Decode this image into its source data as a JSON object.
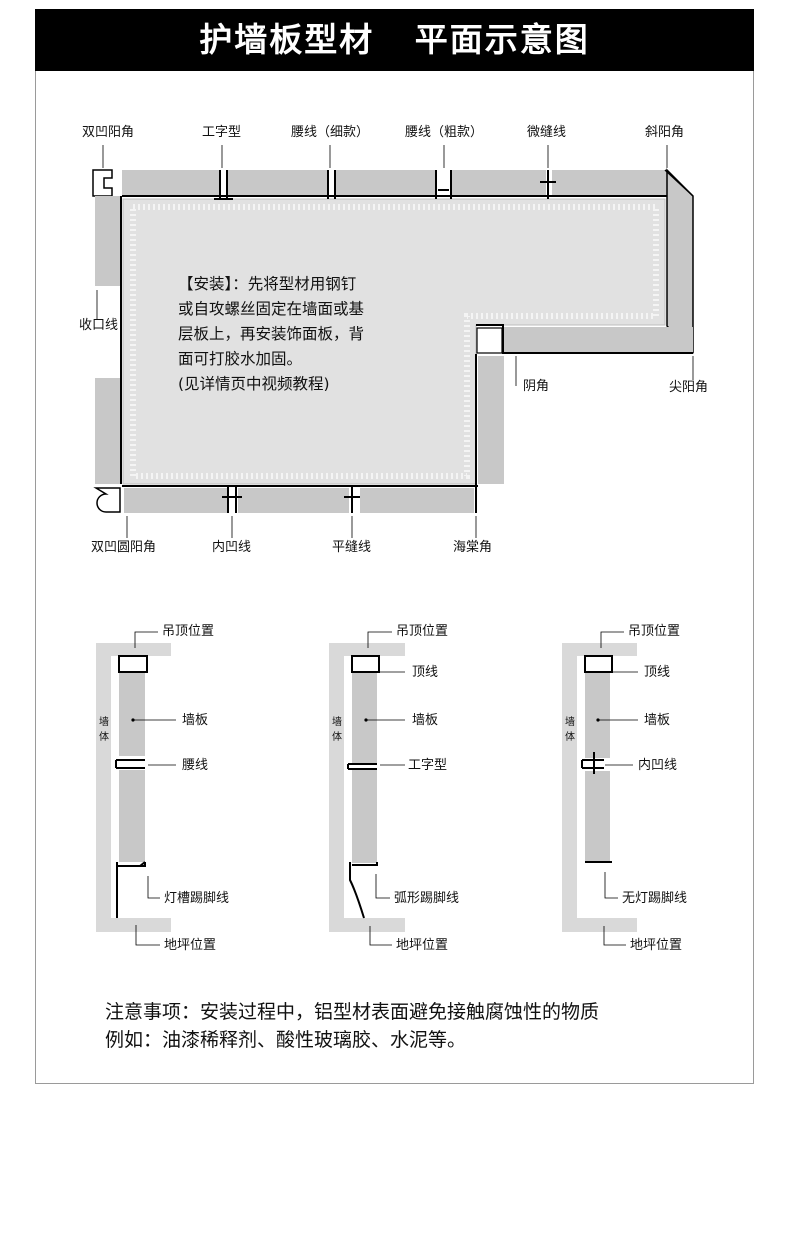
{
  "header": {
    "title": "护墙板型材   平面示意图"
  },
  "plan": {
    "top_labels": [
      "双凹阳角",
      "工字型",
      "腰线（细款）",
      "腰线（粗款）",
      "微缝线",
      "斜阳角"
    ],
    "left_label": "收口线",
    "right_labels": [
      "阴角",
      "尖阳角"
    ],
    "bottom_labels": [
      "双凹圆阳角",
      "内凹线",
      "平缝线",
      "海棠角"
    ],
    "install_note": [
      "【安装】：先将型材用钢钉",
      "或自攻螺丝固定在墙面或基",
      "层板上，再安装饰面板，背",
      "面可打胶水加固。",
      "(见详情页中视频教程)"
    ]
  },
  "sections": [
    {
      "wall": [
        "墙",
        "体"
      ],
      "labels": [
        "吊顶位置",
        "墙板",
        "腰线",
        "灯槽踢脚线",
        "地坪位置"
      ]
    },
    {
      "wall": [
        "墙",
        "体"
      ],
      "labels": [
        "吊顶位置",
        "顶线",
        "墙板",
        "工字型",
        "弧形踢脚线",
        "地坪位置"
      ]
    },
    {
      "wall": [
        "墙",
        "体"
      ],
      "labels": [
        "吊顶位置",
        "顶线",
        "墙板",
        "内凹线",
        "无灯踢脚线",
        "地坪位置"
      ]
    }
  ],
  "notice": [
    "注意事项：安装过程中，铝型材表面避免接触腐蚀性的物质",
    "例如：油漆稀释剂、酸性玻璃胶、水泥等。"
  ],
  "colors": {
    "header_bg": "#000000",
    "panel_gray": "#c8c8c8",
    "wall_gray": "#d9d9d9",
    "room_fill": "#e1e1e1"
  }
}
